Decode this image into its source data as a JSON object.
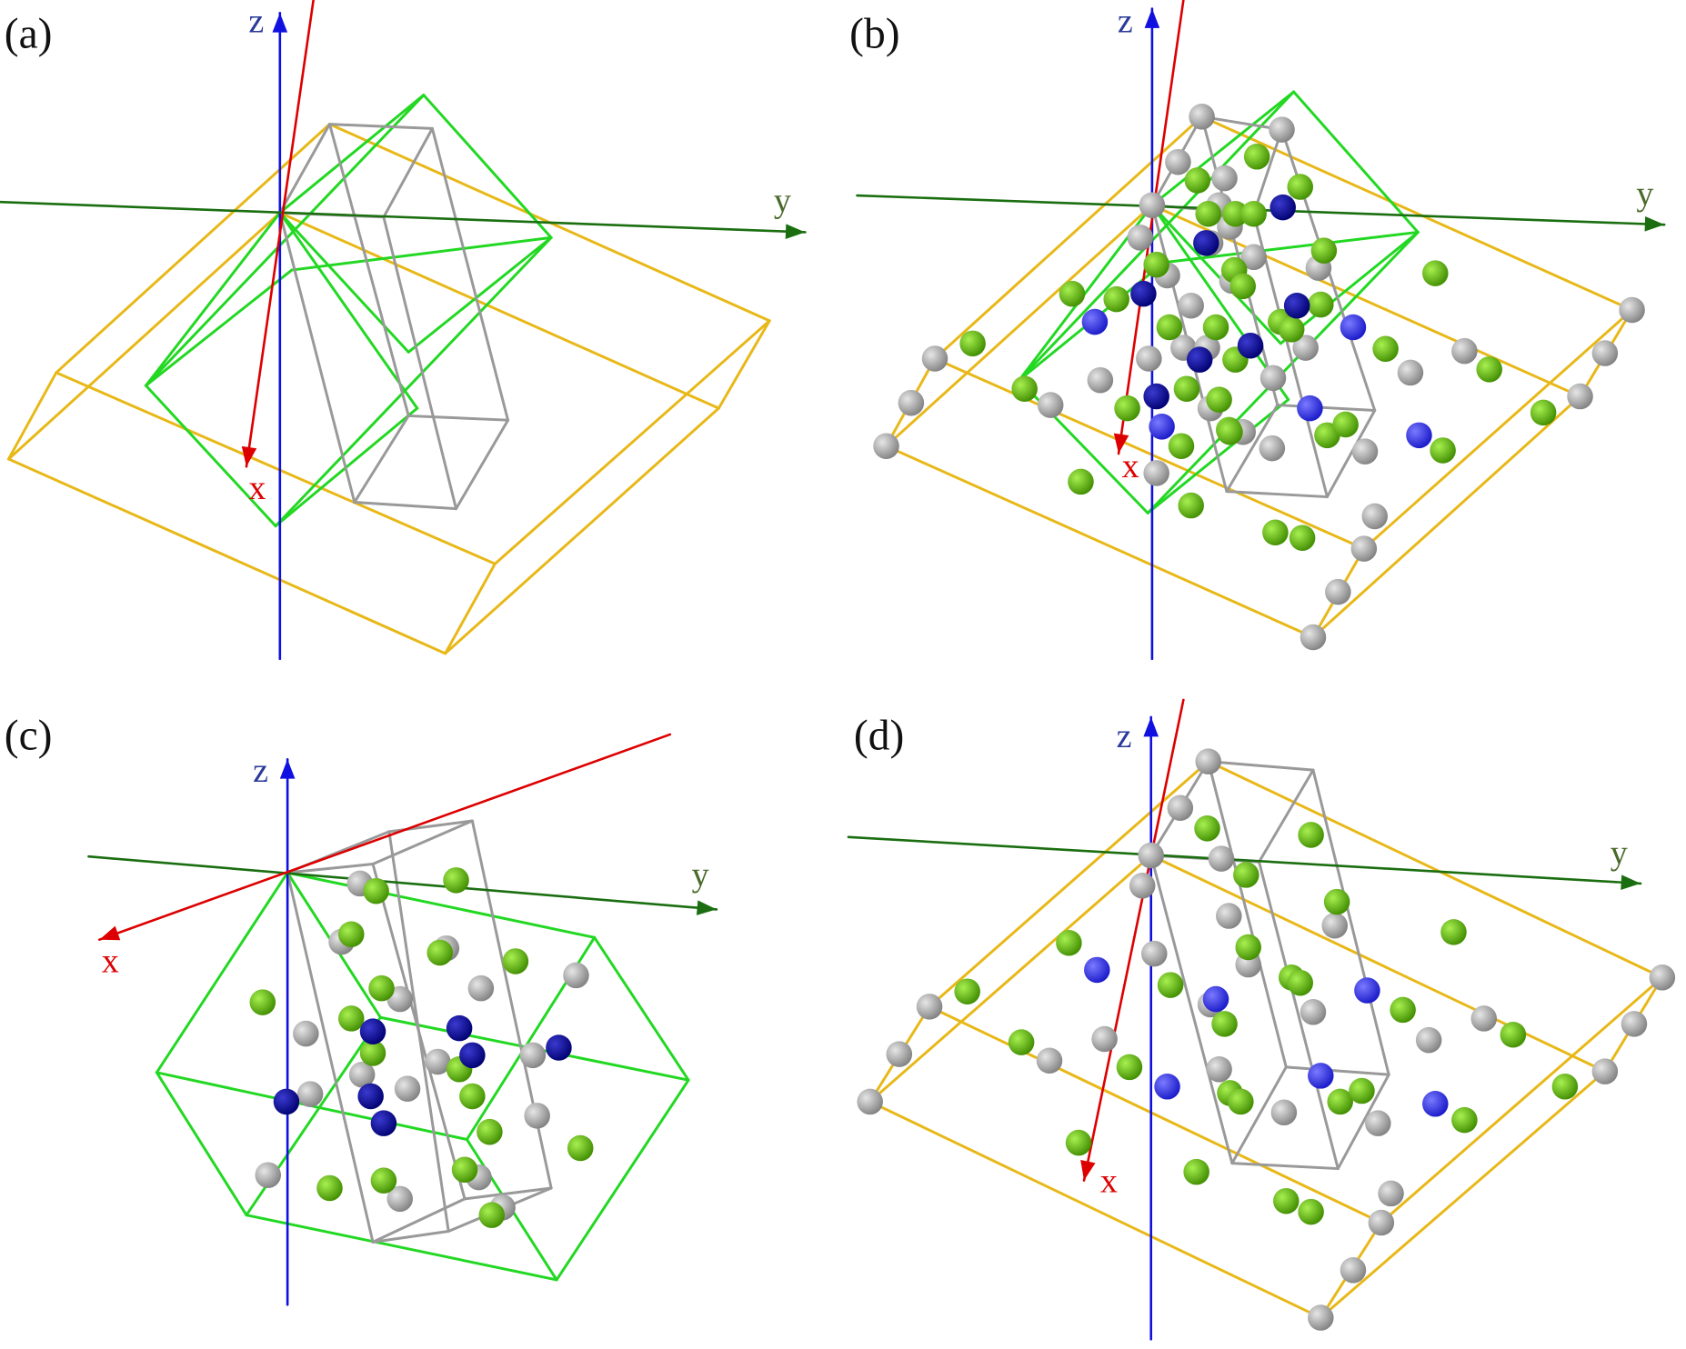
{
  "panels": [
    {
      "label": "(a)",
      "axes": {
        "x": "x",
        "y": "y",
        "z": "z"
      }
    },
    {
      "label": "(b)",
      "axes": {
        "x": "x",
        "y": "y",
        "z": "z"
      }
    },
    {
      "label": "(c)",
      "axes": {
        "x": "x",
        "y": "y",
        "z": "z"
      }
    },
    {
      "label": "(d)",
      "axes": {
        "x": "x",
        "y": "y",
        "z": "z"
      }
    }
  ],
  "colors": {
    "x_axis": "#dd0000",
    "y_axis": "#1a6e10",
    "z_axis": "#1010e0",
    "yellow_cell": "#e8b818",
    "green_cell": "#22d822",
    "gray_cell": "#999999",
    "atom_gray": "#a0a0a0",
    "atom_green": "#62c012",
    "atom_blue": "#2a2ae8",
    "atom_darkblue": "#0a0aa0"
  }
}
